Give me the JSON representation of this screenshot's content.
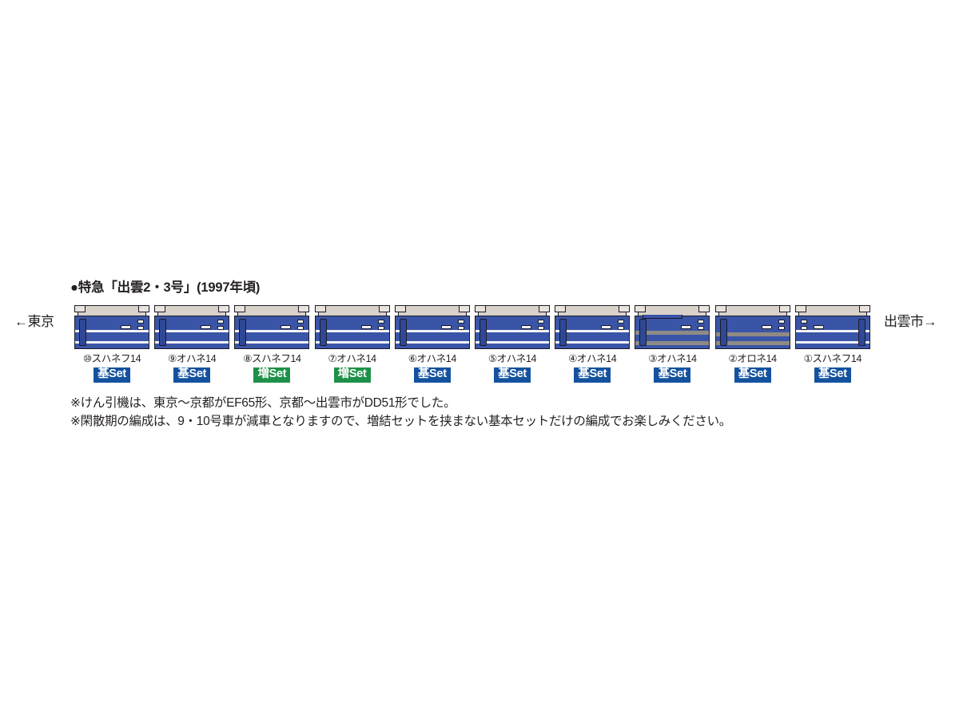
{
  "formation": {
    "title": "●特急「出雲2・3号」(1997年頃)",
    "direction_left": "←東京",
    "direction_right": "出雲市→",
    "cars": [
      {
        "number": "⑩",
        "name": "⑩スハネフ14",
        "set": "基Set",
        "set_type": "base",
        "style": "cab-left"
      },
      {
        "number": "⑨",
        "name": "⑨オハネ14",
        "set": "基Set",
        "set_type": "base",
        "style": "cab-left"
      },
      {
        "number": "⑧",
        "name": "⑧スハネフ14",
        "set": "増Set",
        "set_type": "extra",
        "style": "cab-left"
      },
      {
        "number": "⑦",
        "name": "⑦オハネ14",
        "set": "増Set",
        "set_type": "extra",
        "style": "cab-left"
      },
      {
        "number": "⑥",
        "name": "⑥オハネ14",
        "set": "基Set",
        "set_type": "base",
        "style": "cab-left"
      },
      {
        "number": "⑤",
        "name": "⑤オハネ14",
        "set": "基Set",
        "set_type": "base",
        "style": "cab-left"
      },
      {
        "number": "④",
        "name": "④オハネ14",
        "set": "基Set",
        "set_type": "base",
        "style": "cab-left"
      },
      {
        "number": "③",
        "name": "③オハネ14",
        "set": "基Set",
        "set_type": "base",
        "style": "notch-gray"
      },
      {
        "number": "②",
        "name": "②オロネ14",
        "set": "基Set",
        "set_type": "base",
        "style": "gray-bands"
      },
      {
        "number": "①",
        "name": "①スハネフ14",
        "set": "基Set",
        "set_type": "base",
        "style": "cab-right"
      }
    ],
    "notes": [
      "※けん引機は、東京～京都がEF65形、京都～出雲市がDD51形でした。",
      "※閑散期の編成は、9・10号車が減車となりますので、増結セットを挟まない基本セットだけの編成でお楽しみください。"
    ]
  },
  "colors": {
    "body_blue": "#3a55a8",
    "roof_gray": "#d9d2cb",
    "outline": "#1b1b28",
    "stripe_white": "#f2f3f7",
    "gray_band": "#8e8a85",
    "badge_base": "#14529e",
    "badge_extra": "#1e9149",
    "text": "#231f20",
    "background": "#ffffff"
  }
}
